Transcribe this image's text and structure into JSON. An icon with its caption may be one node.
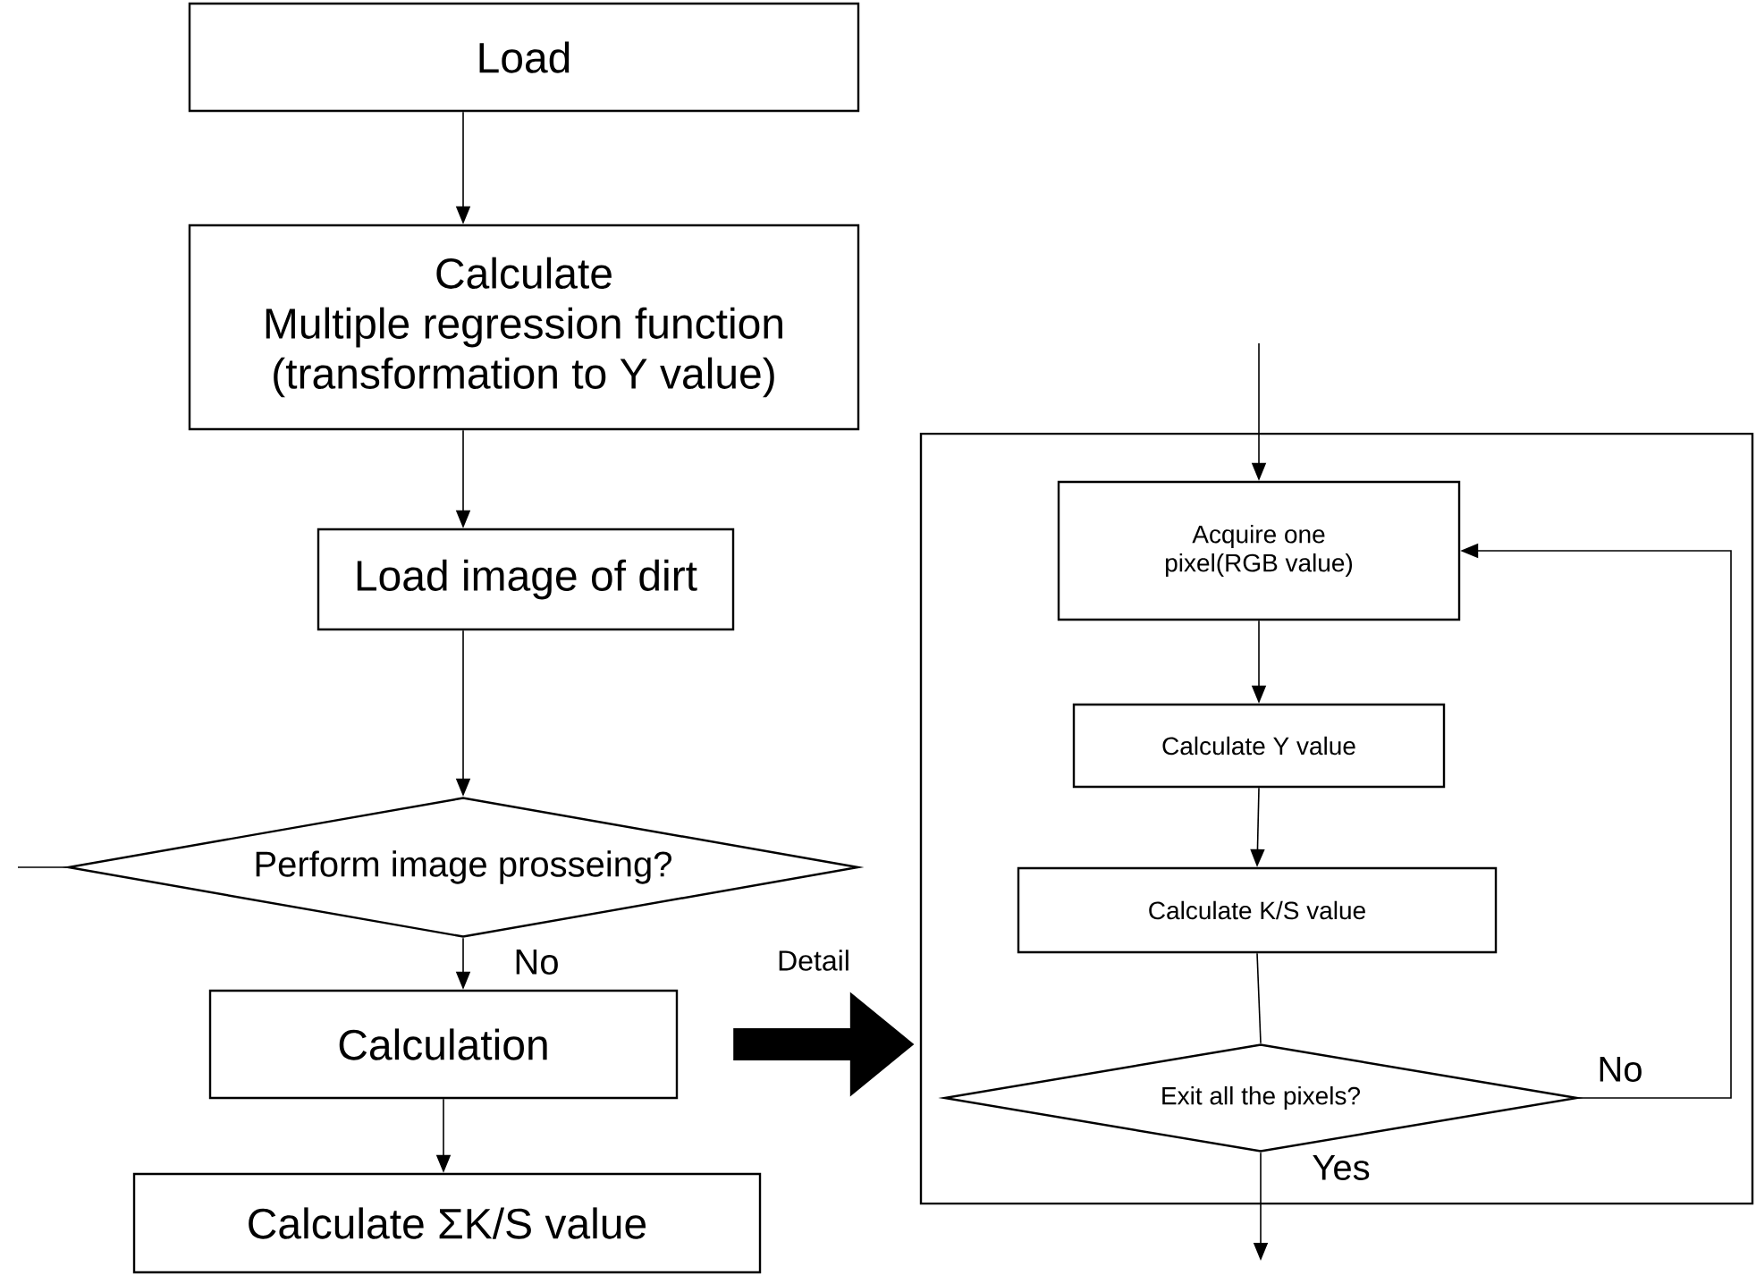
{
  "diagram": {
    "nodes": [
      {
        "text": [
          "Load"
        ]
      },
      {
        "text": [
          "Calculate",
          "Multiple regression function (transformation to Y value)"
        ]
      },
      {
        "text": [
          "Load image of dirt"
        ]
      },
      {
        "text": [
          "Perform image prosseing?"
        ]
      },
      {
        "text": [
          "Calculation"
        ]
      },
      {
        "text": [
          "Calculate ΣK/S value"
        ]
      },
      {
        "text": [],
        "shape": "box"
      },
      {
        "text": [
          "Acquire one pixel(RGB value)"
        ],
        "in": 6
      },
      {
        "text": [
          "Calculate Y value"
        ],
        "in": 6
      },
      {
        "text": [
          "Calculate K/S value"
        ],
        "in": 6
      },
      {
        "text": [
          "Exit all the pixels?"
        ],
        "in": 6
      }
    ],
    "edges": [
      {
        "from": 0,
        "to": 1,
        "arrow": "to"
      },
      {
        "from": 1,
        "to": 2,
        "arrow": "to"
      },
      {
        "from": 2,
        "to": 3,
        "arrow": "to"
      },
      {
        "from": 3,
        "to": 4,
        "arrow": "to",
        "label": "No"
      },
      {
        "from": 4,
        "to": 5,
        "arrow": "to"
      },
      {
        "from": 4,
        "to": 6,
        "arrow": "to",
        "label": "Detail",
        "style": "thick"
      },
      {
        "from": 3,
        "to": null,
        "arrow": "none"
      },
      {
        "from": null,
        "to": 7,
        "arrow": "to"
      },
      {
        "from": 7,
        "to": 8,
        "arrow": "to"
      },
      {
        "from": 8,
        "to": 9,
        "arrow": "to"
      },
      {
        "from": 9,
        "to": 10,
        "arrow": "none"
      },
      {
        "from": 10,
        "to": 7,
        "arrow": "to",
        "label": "No"
      },
      {
        "from": 10,
        "to": null,
        "arrow": "to",
        "label": "Yes"
      }
    ]
  }
}
